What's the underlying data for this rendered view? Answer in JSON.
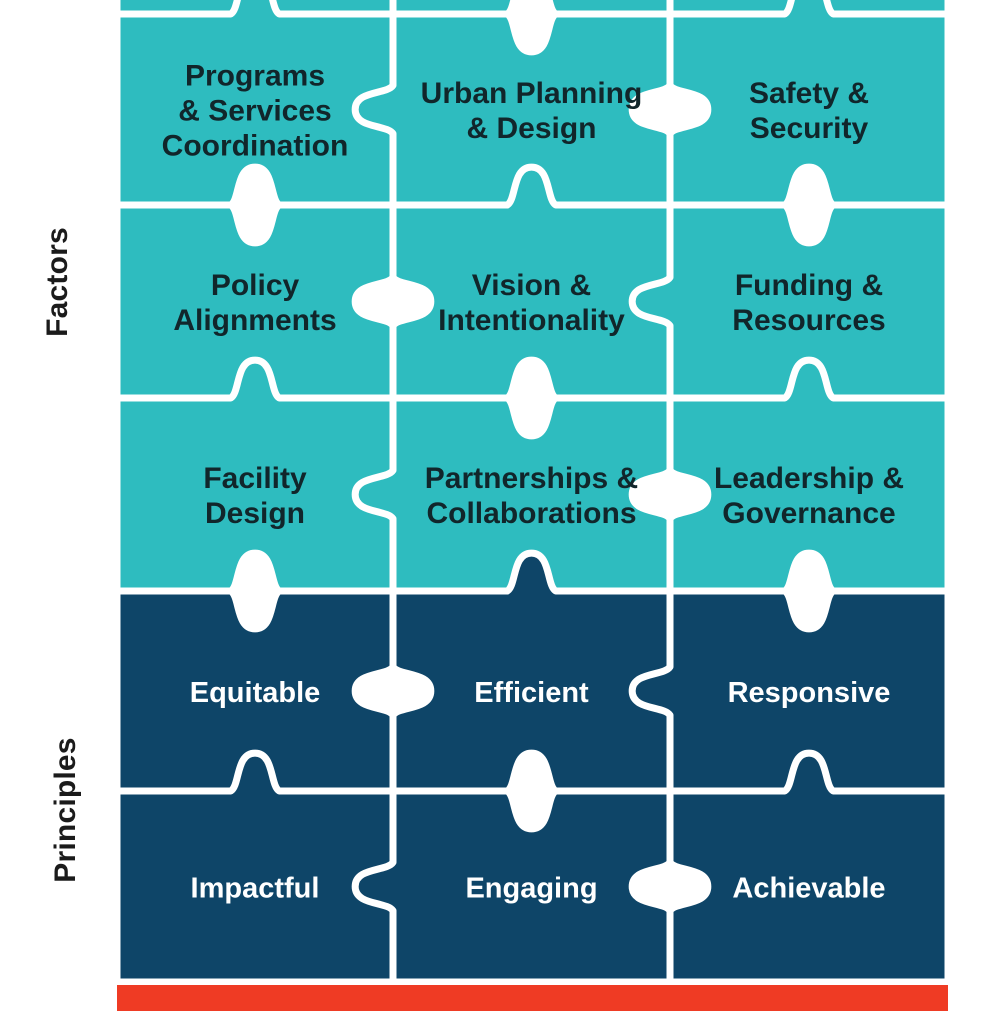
{
  "diagram": {
    "title": "Puzzle framework of Factors and Principles",
    "colors": {
      "factors_fill": "#2ebcbf",
      "principles_fill": "#0e4568",
      "accent_bar": "#ef3b24",
      "piece_outline": "#ffffff",
      "factors_text": "#11262b",
      "principles_text": "#ffffff",
      "label_text": "#1b1b1b",
      "background": "#ffffff"
    },
    "sections": [
      {
        "id": "factors",
        "label": "Factors",
        "orientation": "vertical-rotated"
      },
      {
        "id": "principles",
        "label": "Principles",
        "orientation": "vertical-rotated"
      }
    ],
    "grid": {
      "columns": 3,
      "factor_rows": 3,
      "principle_rows": 2
    },
    "pieces": {
      "factors": [
        {
          "id": "programs-services-coordination",
          "lines": [
            "Programs",
            "& Services",
            "Coordination"
          ],
          "row": 1,
          "col": 1
        },
        {
          "id": "urban-planning-design",
          "lines": [
            "Urban Planning",
            "& Design"
          ],
          "row": 1,
          "col": 2
        },
        {
          "id": "safety-security",
          "lines": [
            "Safety &",
            "Security"
          ],
          "row": 1,
          "col": 3
        },
        {
          "id": "policy-alignments",
          "lines": [
            "Policy",
            "Alignments"
          ],
          "row": 2,
          "col": 1
        },
        {
          "id": "vision-intentionality",
          "lines": [
            "Vision &",
            "Intentionality"
          ],
          "row": 2,
          "col": 2
        },
        {
          "id": "funding-resources",
          "lines": [
            "Funding &",
            "Resources"
          ],
          "row": 2,
          "col": 3
        },
        {
          "id": "facility-design",
          "lines": [
            "Facility",
            "Design"
          ],
          "row": 3,
          "col": 1
        },
        {
          "id": "partnerships-collaborations",
          "lines": [
            "Partnerships &",
            "Collaborations"
          ],
          "row": 3,
          "col": 2
        },
        {
          "id": "leadership-governance",
          "lines": [
            "Leadership &",
            "Governance"
          ],
          "row": 3,
          "col": 3
        }
      ],
      "principles": [
        {
          "id": "equitable",
          "lines": [
            "Equitable"
          ],
          "row": 1,
          "col": 1
        },
        {
          "id": "efficient",
          "lines": [
            "Efficient"
          ],
          "row": 1,
          "col": 2
        },
        {
          "id": "responsive",
          "lines": [
            "Responsive"
          ],
          "row": 1,
          "col": 3
        },
        {
          "id": "impactful",
          "lines": [
            "Impactful"
          ],
          "row": 2,
          "col": 1
        },
        {
          "id": "engaging",
          "lines": [
            "Engaging"
          ],
          "row": 2,
          "col": 2
        },
        {
          "id": "achievable",
          "lines": [
            "Achievable"
          ],
          "row": 2,
          "col": 3
        }
      ]
    }
  }
}
